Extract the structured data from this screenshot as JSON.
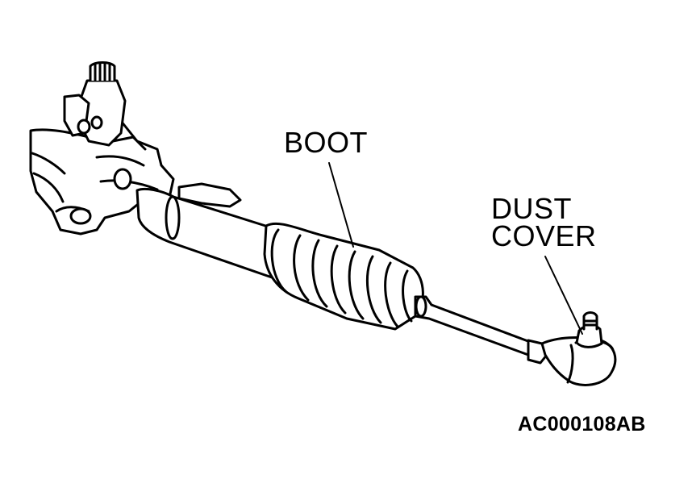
{
  "labels": {
    "boot": "BOOT",
    "dust_cover_line1": "DUST",
    "dust_cover_line2": "COVER"
  },
  "figure_id": "AC000108AB",
  "colors": {
    "ink": "#000000",
    "paper": "#ffffff"
  }
}
